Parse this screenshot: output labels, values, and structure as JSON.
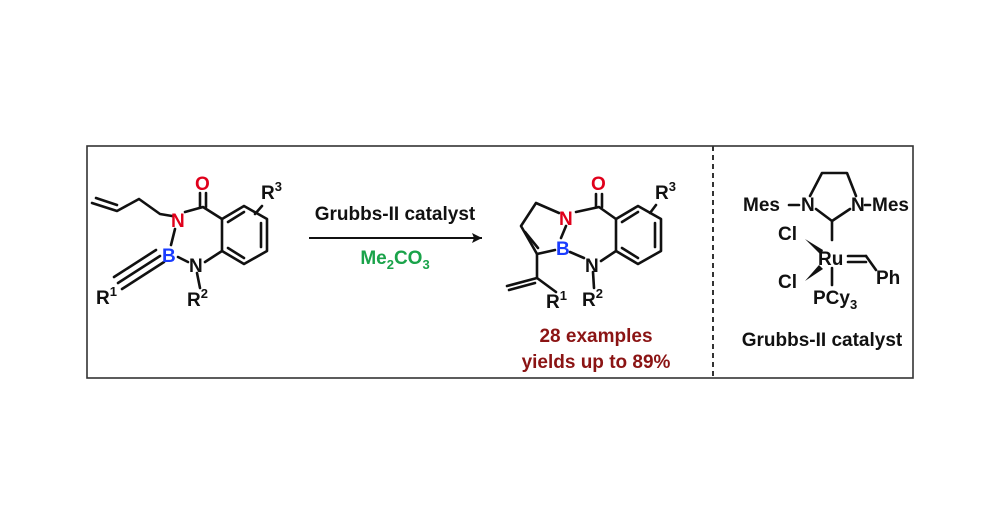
{
  "colors": {
    "nitrogen": "#e0001b",
    "oxygen": "#e0001b",
    "boron": "#1a3cff",
    "solvent": "#1aa34a",
    "result": "#8b1414",
    "ink": "#111111",
    "frame": "#333333"
  },
  "reactant": {
    "O": "O",
    "N_top": "N",
    "N_bottom": "N",
    "B": "B",
    "R1": "R",
    "R1_sup": "1",
    "R2": "R",
    "R2_sup": "2",
    "R3": "R",
    "R3_sup": "3"
  },
  "reaction": {
    "catalyst": "Grubbs-II catalyst",
    "solvent_main": "Me",
    "solvent_sub": "2",
    "solvent_main2": "CO",
    "solvent_sub2": "3"
  },
  "product": {
    "O": "O",
    "N_top": "N",
    "N_bottom": "N",
    "B": "B",
    "R1": "R",
    "R1_sup": "1",
    "R2": "R",
    "R2_sup": "2",
    "R3": "R",
    "R3_sup": "3",
    "examples": "28 examples",
    "yields": "yields up to 89%"
  },
  "catalyst_structure": {
    "mes_left": "Mes",
    "mes_right": "Mes",
    "N_left": "N",
    "N_right": "N",
    "cl_top": "Cl",
    "cl_bottom": "Cl",
    "ru": "Ru",
    "ph": "Ph",
    "pcy_main": "PCy",
    "pcy_sub": "3",
    "caption": "Grubbs-II catalyst"
  }
}
